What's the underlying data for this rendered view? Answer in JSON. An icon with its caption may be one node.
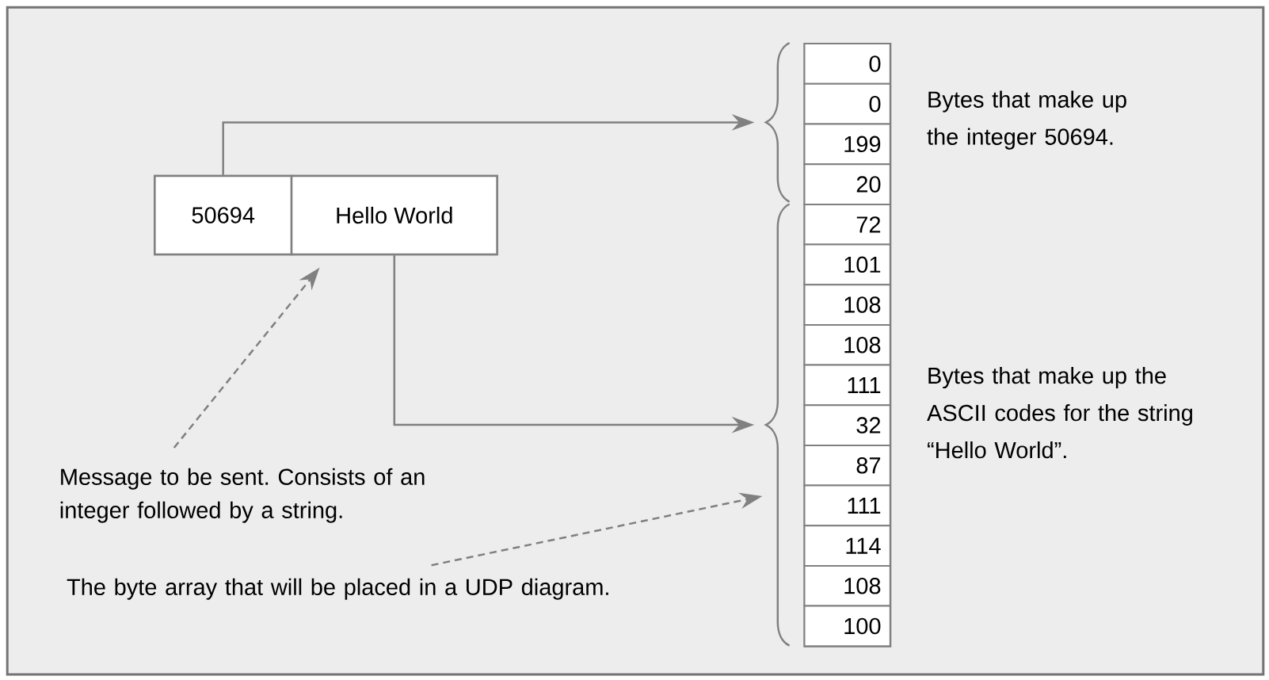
{
  "diagram": {
    "nodes": [
      {
        "text": [],
        "shape": "box"
      },
      {
        "text": [
          "50694"
        ],
        "in": 0
      },
      {
        "text": [
          "Hello World"
        ],
        "in": 0
      },
      {
        "text": [],
        "shape": "box"
      },
      {
        "text": [
          "0"
        ],
        "in": 3
      },
      {
        "text": [
          "0"
        ],
        "in": 3
      },
      {
        "text": [
          "199"
        ],
        "in": 3
      },
      {
        "text": [
          "20"
        ],
        "in": 3
      },
      {
        "text": [
          "72"
        ],
        "in": 3
      },
      {
        "text": [
          "101"
        ],
        "in": 3
      },
      {
        "text": [
          "108"
        ],
        "in": 3
      },
      {
        "text": [
          "108"
        ],
        "in": 3
      },
      {
        "text": [
          "111"
        ],
        "in": 3
      },
      {
        "text": [
          "32"
        ],
        "in": 3
      },
      {
        "text": [
          "87"
        ],
        "in": 3
      },
      {
        "text": [
          "111"
        ],
        "in": 3
      },
      {
        "text": [
          "114"
        ],
        "in": 3
      },
      {
        "text": [
          "108"
        ],
        "in": 3
      },
      {
        "text": [
          "100"
        ],
        "in": 3
      },
      {
        "text": [],
        "shape": "brace"
      },
      {
        "text": [],
        "shape": "brace"
      },
      {
        "text": [
          "Message to be sent. Consists of an integer followed by a string."
        ]
      },
      {
        "text": [
          "The byte array that will be placed in a UDP diagram."
        ]
      }
    ],
    "edges": [
      {
        "from": 1,
        "to": 19,
        "arrow": "to"
      },
      {
        "from": 2,
        "to": 20,
        "arrow": "to"
      },
      {
        "from": 21,
        "to": 0,
        "arrow": "to",
        "style": "dashed"
      },
      {
        "from": 22,
        "to": 20,
        "arrow": "to",
        "style": "dashed"
      }
    ],
    "labels": [
      "Bytes that make up the integer 50694.",
      "Bytes that make up the ASCII codes for the string “Hello World”."
    ]
  }
}
